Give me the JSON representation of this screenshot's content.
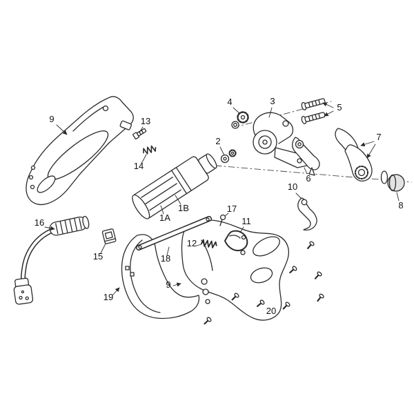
{
  "figure": {
    "type": "exploded-parts-diagram",
    "subject": "electric-pruning-shear",
    "background_color": "#ffffff",
    "line_color": "#2a2a2a",
    "callouts": [
      {
        "part": "housing-shell-upper",
        "label": "9"
      },
      {
        "part": "bolt",
        "label": "13"
      },
      {
        "part": "spring-pin",
        "label": "14"
      },
      {
        "part": "coupler",
        "label": "2"
      },
      {
        "part": "pinion-gear",
        "label": "4"
      },
      {
        "part": "gear-housing",
        "label": "3"
      },
      {
        "part": "screw-pair",
        "label": "5"
      },
      {
        "part": "blade-pair",
        "label": "7"
      },
      {
        "part": "cam-bracket",
        "label": "6"
      },
      {
        "part": "link-bracket",
        "label": "10"
      },
      {
        "part": "end-cap",
        "label": "8"
      },
      {
        "part": "gearbox-front",
        "label": "1B"
      },
      {
        "part": "motor-body",
        "label": "1A"
      },
      {
        "part": "small-screw",
        "label": "17"
      },
      {
        "part": "trigger",
        "label": "11"
      },
      {
        "part": "trigger-spring",
        "label": "12"
      },
      {
        "part": "cable-assembly",
        "label": "16"
      },
      {
        "part": "latch",
        "label": "15"
      },
      {
        "part": "link-rod",
        "label": "18"
      },
      {
        "part": "cover-plate",
        "label": "19"
      },
      {
        "part": "housing-shell-lower",
        "label": "9"
      },
      {
        "part": "screw-set",
        "label": "20"
      }
    ]
  }
}
